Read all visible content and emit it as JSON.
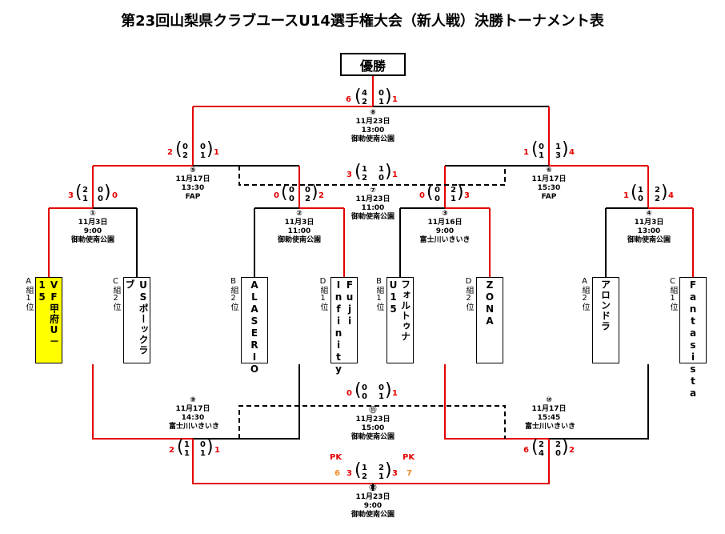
{
  "title": "第23回山梨県クラブユースU14選手権大会（新人戦）決勝トーナメント表",
  "champion_label": "優勝",
  "colors": {
    "winner_line": "#e30000",
    "line": "#000000",
    "highlight": "#ffff00",
    "pk": "#f28c28"
  },
  "teams": [
    {
      "name": "VF甲府U－15",
      "group": "A組1位"
    },
    {
      "name": "USポーックラブ",
      "group": "C組2位"
    },
    {
      "name": "ALASERIO",
      "group": "B組2位"
    },
    {
      "name": "Fuji Infinity",
      "group": "D組1位"
    },
    {
      "name": "フォルトゥナU15",
      "group": "B組1位"
    },
    {
      "name": "ZONA",
      "group": "D組2位"
    },
    {
      "name": "アロンドラ",
      "group": "A組2位"
    },
    {
      "name": "Fantasista",
      "group": "C組1位"
    }
  ],
  "matches": {
    "m1": {
      "no": "①",
      "date": "11月3日",
      "time": "9:00",
      "venue": "御勅使南公園",
      "s1": "3",
      "s2": "0",
      "h1": "2",
      "h2": "0",
      "h3": "1",
      "h4": "0"
    },
    "m2": {
      "no": "②",
      "date": "11月3日",
      "time": "11:00",
      "venue": "御勅使南公園",
      "s1": "0",
      "s2": "2",
      "h1": "0",
      "h2": "0",
      "h3": "0",
      "h4": "2"
    },
    "m3": {
      "no": "③",
      "date": "11月16日",
      "time": "9:00",
      "venue": "富士川いきいき",
      "s1": "0",
      "s2": "3",
      "h1": "0",
      "h2": "2",
      "h3": "0",
      "h4": "1"
    },
    "m4": {
      "no": "④",
      "date": "11月3日",
      "time": "13:00",
      "venue": "御勅使南公園",
      "s1": "1",
      "s2": "4",
      "h1": "1",
      "h2": "2",
      "h3": "0",
      "h4": "2"
    },
    "m5": {
      "no": "⑤",
      "date": "11月17日",
      "time": "13:30",
      "venue": "FAP",
      "s1": "2",
      "s2": "1",
      "h1": "0",
      "h2": "0",
      "h3": "2",
      "h4": "1"
    },
    "m6": {
      "no": "⑥",
      "date": "11月17日",
      "time": "15:30",
      "venue": "FAP",
      "s1": "1",
      "s2": "4",
      "h1": "0",
      "h2": "1",
      "h3": "1",
      "h4": "3"
    },
    "m7": {
      "no": "⑦",
      "date": "11月23日",
      "time": "11:00",
      "venue": "御勅使南公園",
      "s1": "3",
      "s2": "1",
      "h1": "1",
      "h2": "1",
      "h3": "2",
      "h4": "0"
    },
    "m8": {
      "no": "⑧",
      "date": "11月23日",
      "time": "13:00",
      "venue": "御勅使南公園",
      "s1": "6",
      "s2": "1",
      "h1": "4",
      "h2": "0",
      "h3": "2",
      "h4": "1"
    },
    "m9": {
      "no": "⑨",
      "date": "11月17日",
      "time": "14:30",
      "venue": "富士川いきいき",
      "s1": "2",
      "s2": "1",
      "h1": "1",
      "h2": "0",
      "h3": "1",
      "h4": "1"
    },
    "m10": {
      "no": "⑩",
      "date": "11月17日",
      "time": "15:45",
      "venue": "富士川いきいき",
      "s1": "6",
      "s2": "2",
      "h1": "2",
      "h2": "2",
      "h3": "4",
      "h4": "0"
    },
    "m11": {
      "no": "⑪",
      "date": "11月23日",
      "time": "15:00",
      "venue": "御勅使南公園",
      "s1": "0",
      "s2": "1",
      "h1": "0",
      "h2": "0",
      "h3": "0",
      "h4": "1"
    },
    "m12": {
      "no": "⑫",
      "date": "11月23日",
      "time": "9:00",
      "venue": "御勅使南公園",
      "s1": "3",
      "s2": "3",
      "h1": "1",
      "h2": "2",
      "h3": "2",
      "h4": "1",
      "pk_label": "PK",
      "pk1": "6",
      "pk2": "7"
    }
  }
}
